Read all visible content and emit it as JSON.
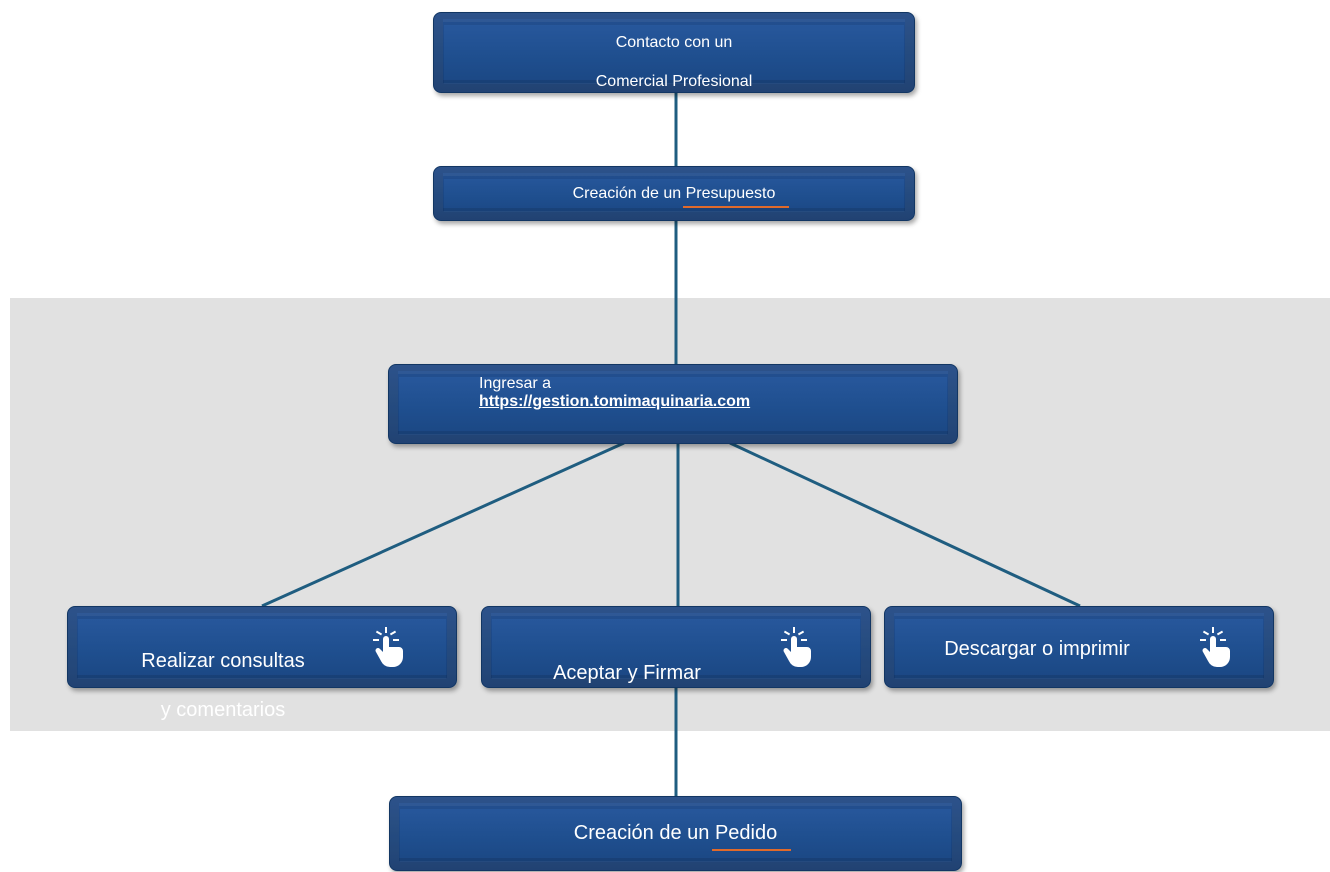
{
  "nodes": {
    "contacto": {
      "line1": "Contacto con un",
      "line2": "Comercial Profesional"
    },
    "presupuesto": {
      "prefix": "Creación de un ",
      "underlined": "Presupuesto"
    },
    "ingresar": {
      "label": "Ingresar a",
      "url": "https://gestion.tomimaquinaria.com"
    },
    "consultas": {
      "line1": "Realizar consultas",
      "line2": "y comentarios"
    },
    "aceptar": {
      "label": "Aceptar y Firmar"
    },
    "descargar": {
      "label": "Descargar o imprimir"
    },
    "pedido": {
      "prefix": "Creación de un ",
      "underlined": "Pedido"
    }
  },
  "icons": {
    "action": "hand-pointer-icon"
  },
  "colors": {
    "box": "#1f4f8f",
    "connector": "#1f5d80",
    "band": "#e1e1e1",
    "underline": "#e06a2b"
  }
}
